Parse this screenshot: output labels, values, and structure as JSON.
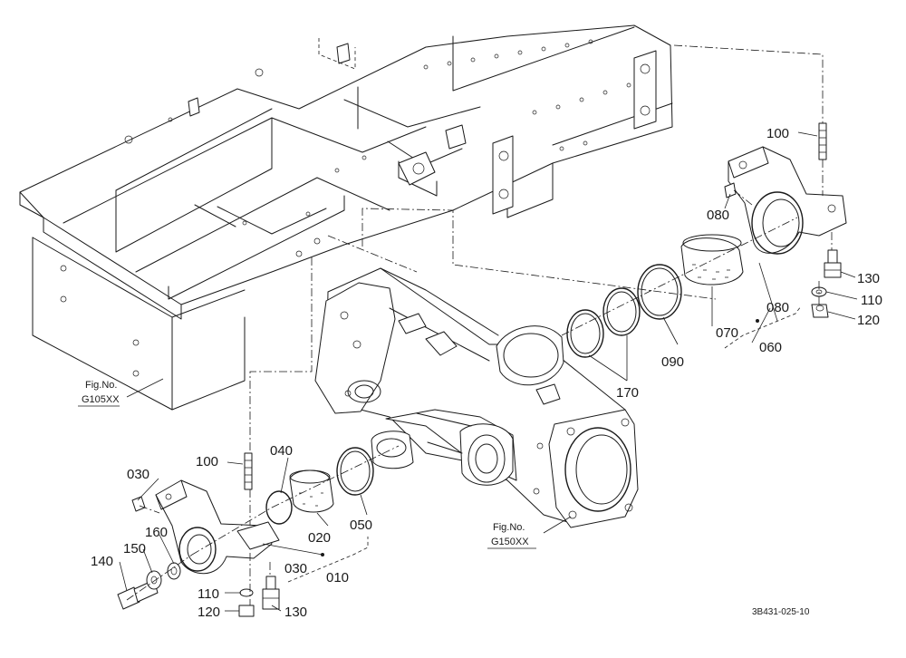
{
  "parts": {
    "p100_top": "100",
    "p080_top": "080",
    "p130_top": "130",
    "p110_top": "110",
    "p120_top": "120",
    "p080_mid": "080",
    "p070": "070",
    "p060": "060",
    "p090": "090",
    "p170": "170",
    "p100_bot": "100",
    "p040": "040",
    "p030_a": "030",
    "p020": "020",
    "p050": "050",
    "p160": "160",
    "p150": "150",
    "p140": "140",
    "p030_b": "030",
    "p010": "010",
    "p110_bot": "110",
    "p120_bot": "120",
    "p130_bot": "130"
  },
  "refs": {
    "g105_label": "Fig.No.",
    "g105_code": "G105XX",
    "g150_label": "Fig.No.",
    "g150_code": "G150XX"
  },
  "drawing_code": "3B431-025-10"
}
